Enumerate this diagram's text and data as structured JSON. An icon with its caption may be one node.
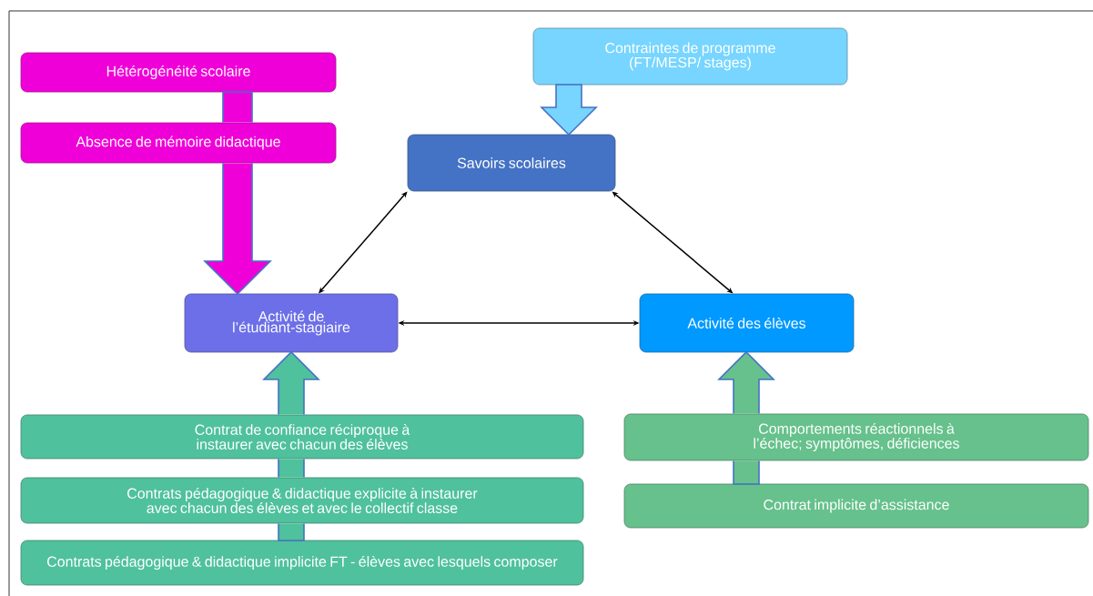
{
  "diagram": {
    "nodes": [
      {
        "text": [
          "Hétérogénéité scolaire"
        ]
      },
      {
        "text": [
          "Absence de mémoire didactique"
        ]
      },
      {
        "text": [
          "Contraintes de programme (FT/MESP/ stages)"
        ]
      },
      {
        "text": [
          "Savoirs scolaires"
        ]
      },
      {
        "text": [
          "Activité de l’étudiant-stagiaire"
        ]
      },
      {
        "text": [
          "Activité des élèves"
        ]
      },
      {
        "text": [
          "Contrat de confiance réciproque à instaurer avec chacun des élèves"
        ]
      },
      {
        "text": [
          "Contrats pédagogique & didactique explicite à instaurer avec chacun des élèves et avec le collectif classe"
        ]
      },
      {
        "text": [
          "Contrats pédagogique & didactique implicite FT - élèves avec lesquels composer"
        ]
      },
      {
        "text": [
          "Comportements réactionnels à l’échec; symptômes, déficiences"
        ]
      },
      {
        "text": [
          "Contrat implicite d’assistance"
        ]
      }
    ],
    "edges": [
      {
        "from": 0,
        "to": 4,
        "arrow": "to",
        "style": "thick",
        "color": "#f000d8"
      },
      {
        "from": 2,
        "to": 3,
        "arrow": "to",
        "style": "thick",
        "color": "#77d5ff"
      },
      {
        "from": 3,
        "to": 4,
        "arrow": "both"
      },
      {
        "from": 3,
        "to": 5,
        "arrow": "both"
      },
      {
        "from": 4,
        "to": 5,
        "arrow": "both"
      },
      {
        "from": 8,
        "to": 4,
        "arrow": "to",
        "style": "thick",
        "color": "#4fc19c"
      },
      {
        "from": 10,
        "to": 5,
        "arrow": "to",
        "style": "thick",
        "color": "#66c18c"
      }
    ]
  }
}
